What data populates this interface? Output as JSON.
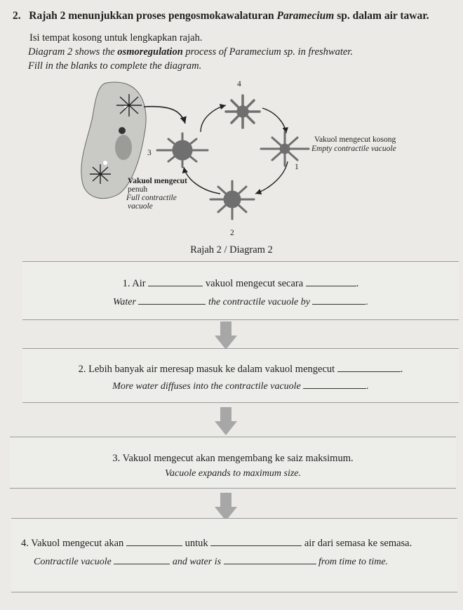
{
  "header": {
    "question_number": "2.",
    "title_ms_prefix": "Rajah 2 menunjukkan proses",
    "title_ms_bold": "pengosmokawalaturan",
    "title_ms_species": "Paramecium",
    "title_ms_suffix": "sp. dalam air tawar.",
    "instruction_ms": "Isi tempat kosong untuk lengkapkan rajah.",
    "title_en_prefix": "Diagram 2 shows the",
    "title_en_bold": "osmoregulation",
    "title_en_suffix": "process of Paramecium sp. in freshwater.",
    "instruction_en": "Fill in the blanks to complete the diagram."
  },
  "diagram": {
    "stage_numbers": [
      "4",
      "3",
      "1",
      "2"
    ],
    "label_empty_ms": "Vakuol mengecut kosong",
    "label_empty_en": "Empty contractile vacuole",
    "label_full_ms_1": "Vakuol mengecut",
    "label_full_ms_2": "penuh",
    "label_full_en_1": "Full contractile",
    "label_full_en_2": "vacuole",
    "caption": "Rajah 2 / Diagram 2"
  },
  "steps": [
    {
      "ms_part1": "1. Air",
      "ms_part2": "vakuol mengecut secara",
      "ms_part3": ".",
      "en_part1": "Water",
      "en_part2": "the contractile vacuole by",
      "en_part3": "."
    },
    {
      "ms_part1": "2. Lebih banyak air meresap masuk ke dalam vakuol mengecut",
      "ms_part2": ".",
      "en_part1": "More water diffuses into the contractile vacuole",
      "en_part2": "."
    },
    {
      "ms": "3. Vakuol mengecut akan mengembang ke saiz maksimum.",
      "en": "Vacuole expands to maximum size."
    },
    {
      "ms_part1": "4. Vakuol mengecut akan",
      "ms_part2": "untuk",
      "ms_part3": "air dari semasa ke semasa.",
      "en_part1": "Contractile vacuole",
      "en_part2": "and water is",
      "en_part3": "from time to time."
    }
  ],
  "colors": {
    "paper": "#ebeae6",
    "box": "#ededea",
    "arrow": "#a7a7a7",
    "vacuole": "#6f6f6f",
    "cell": "#c9c9c5"
  }
}
